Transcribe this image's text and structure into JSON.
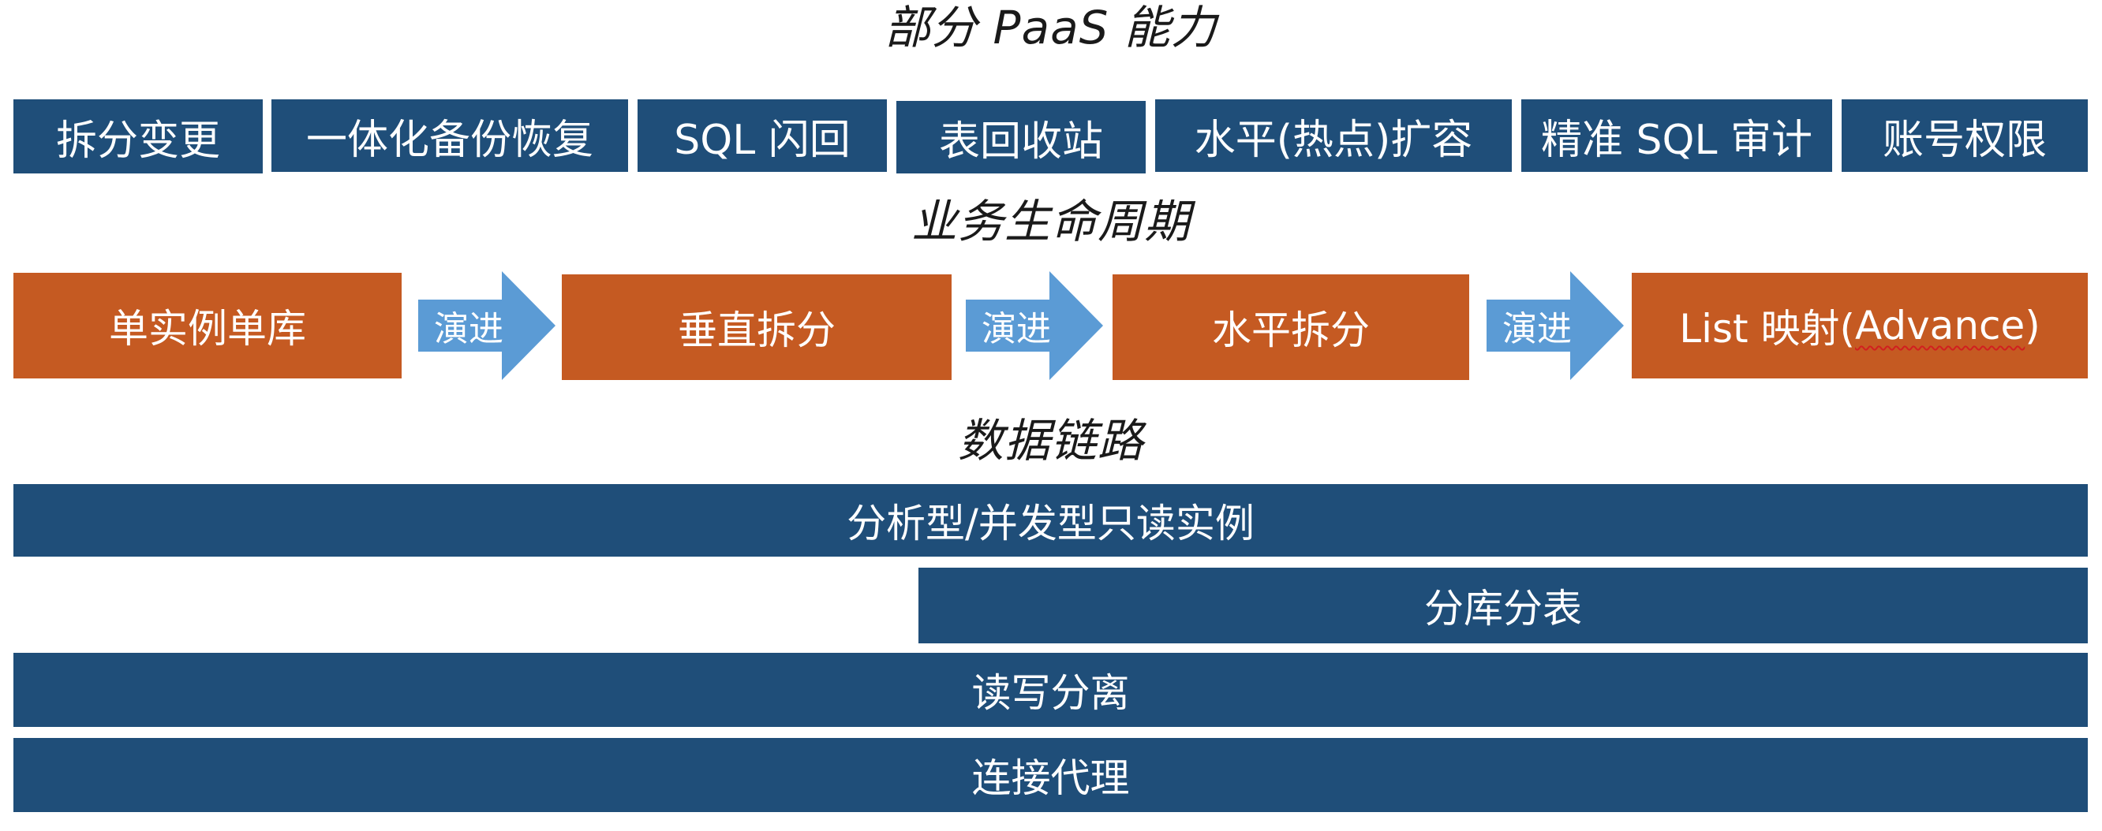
{
  "headings": {
    "capabilities": "部分 PaaS 能力",
    "lifecycle": "业务生命周期",
    "data_path": "数据链路"
  },
  "capabilities": [
    "拆分变更",
    "一体化备份恢复",
    "SQL 闪回",
    "表回收站",
    "水平(热点)扩容",
    "精准 SQL 审计",
    "账号权限"
  ],
  "lifecycle": {
    "stages": [
      "单实例单库",
      "垂直拆分",
      "水平拆分"
    ],
    "last_stage_prefix": "List 映射(",
    "last_stage_flagged": "Advance",
    "last_stage_suffix": ")",
    "arrow_label": "演进"
  },
  "data_path": [
    "分析型/并发型只读实例",
    "分库分表",
    "读写分离",
    "连接代理"
  ],
  "colors": {
    "blue": "#1f4e79",
    "orange": "#c55a22",
    "arrow": "#5b9bd5"
  }
}
